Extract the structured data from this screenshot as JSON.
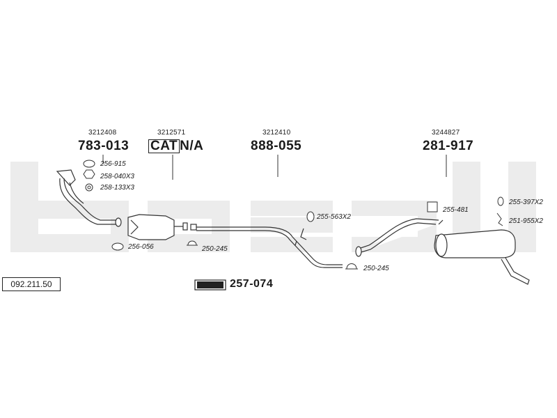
{
  "diagram_ref": "092.211.50",
  "brand_mark": "bosal",
  "groups": [
    {
      "oe": "3212408",
      "part": "783-013"
    },
    {
      "oe": "3212571",
      "part_cat": "CAT",
      "part_na": "N/A"
    },
    {
      "oe": "3212410",
      "part": "888-055"
    },
    {
      "oe": "3244827",
      "part": "281-917"
    }
  ],
  "accessories": [
    "256-915",
    "258-040X3",
    "258-133X3",
    "256-056",
    "250-245",
    "255-563X2",
    "250-245",
    "255-481",
    "255-397X2",
    "251-955X2"
  ],
  "kit": {
    "part": "257-074"
  },
  "colors": {
    "background": "#ffffff",
    "watermark": "#eaeaea",
    "line": "#333333"
  }
}
